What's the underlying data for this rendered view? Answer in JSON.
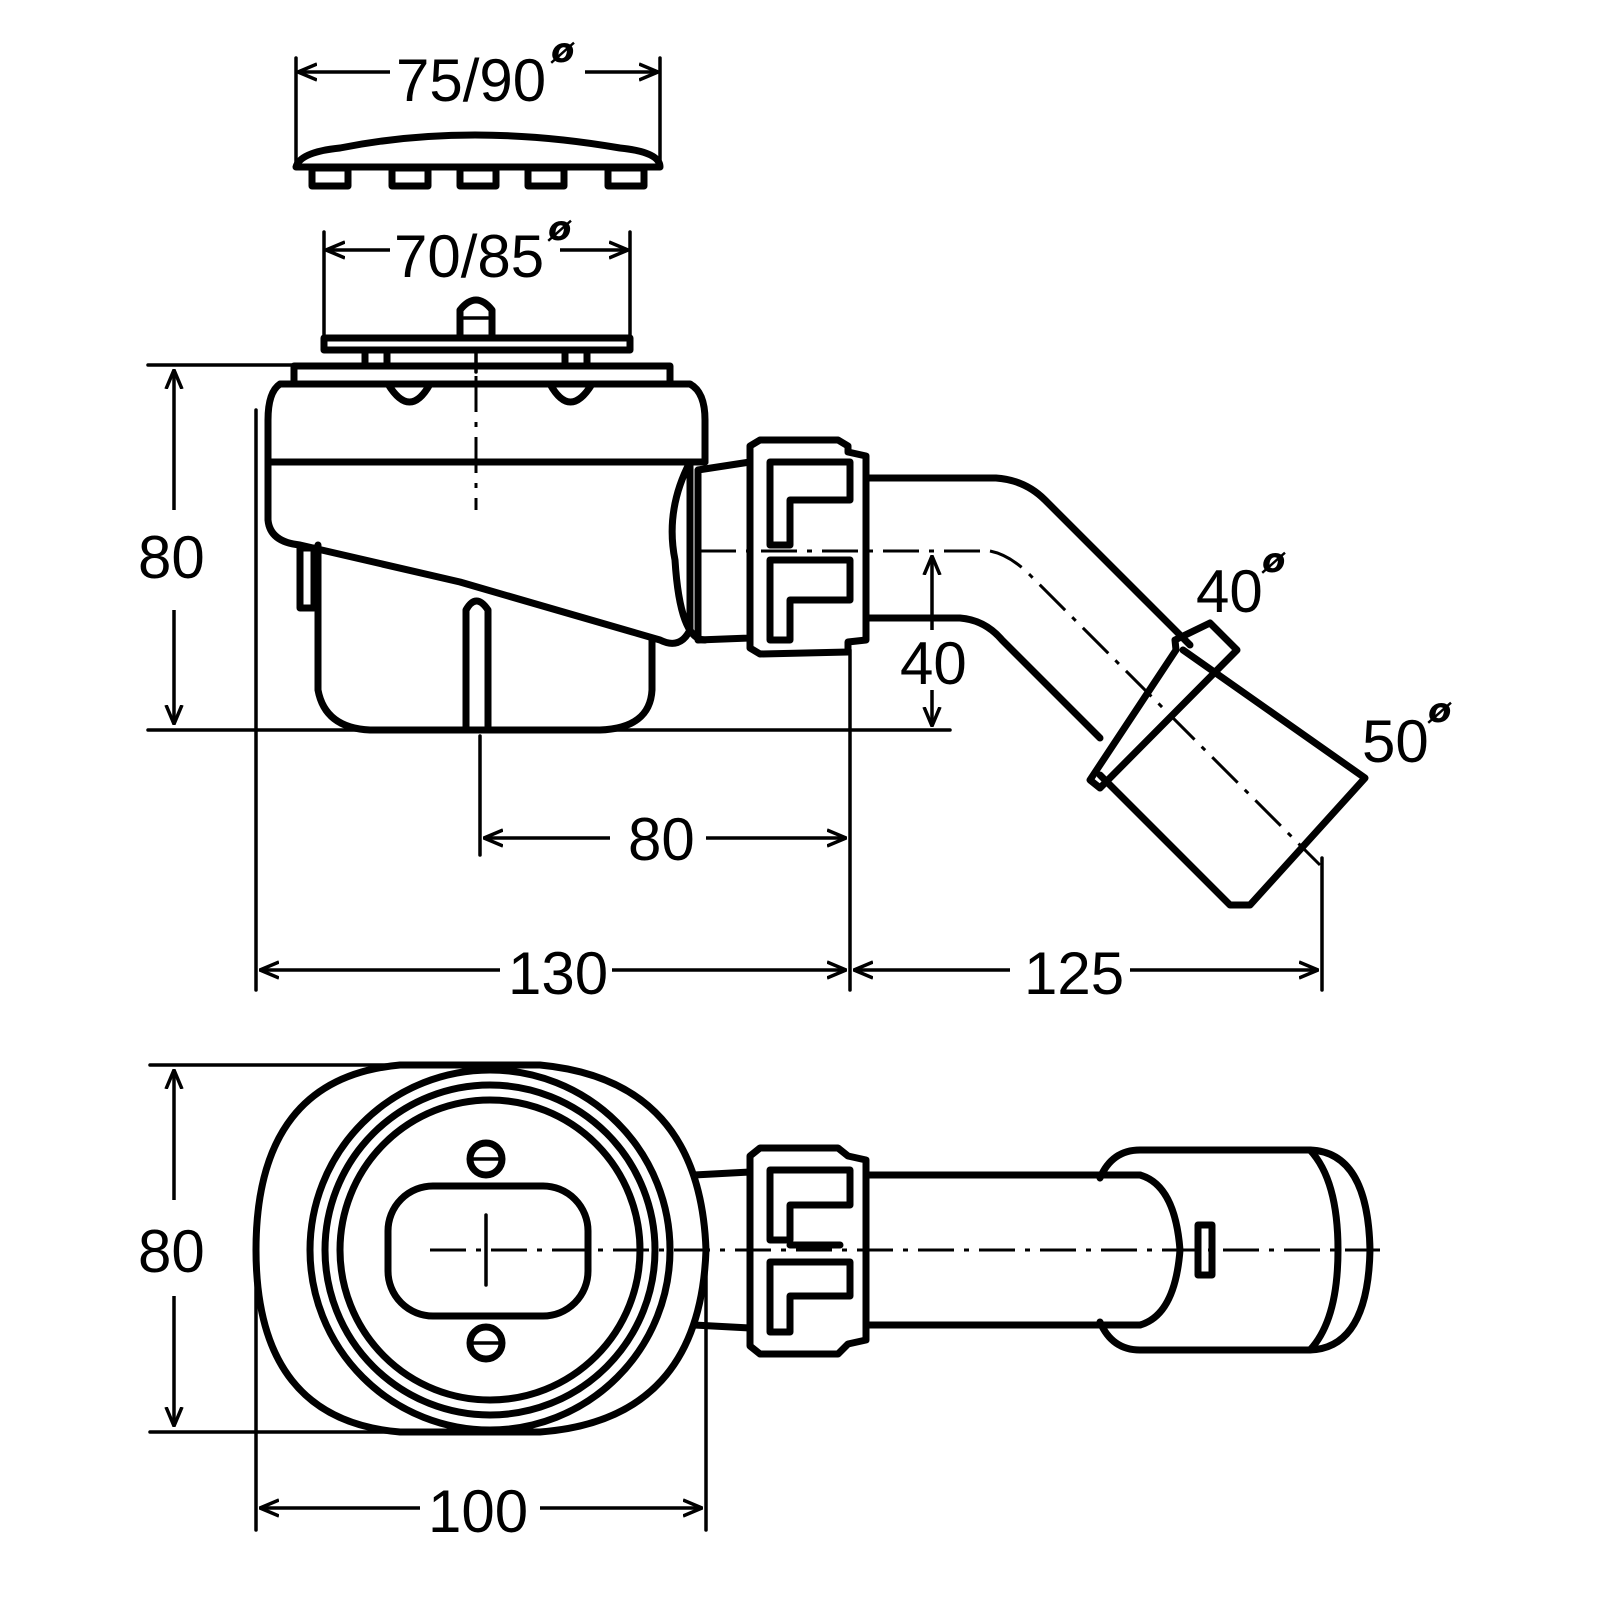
{
  "side_view": {
    "grate_diameter": "75/90",
    "strainer_diameter": "70/85",
    "height": "80",
    "seal_height": "40",
    "outlet_offset": "80",
    "body_length": "130",
    "outlet_length": "125",
    "pipe_diameter": "40",
    "outlet_diameter": "50"
  },
  "top_view": {
    "width": "80",
    "length": "100"
  },
  "diameter_symbol": "ø"
}
